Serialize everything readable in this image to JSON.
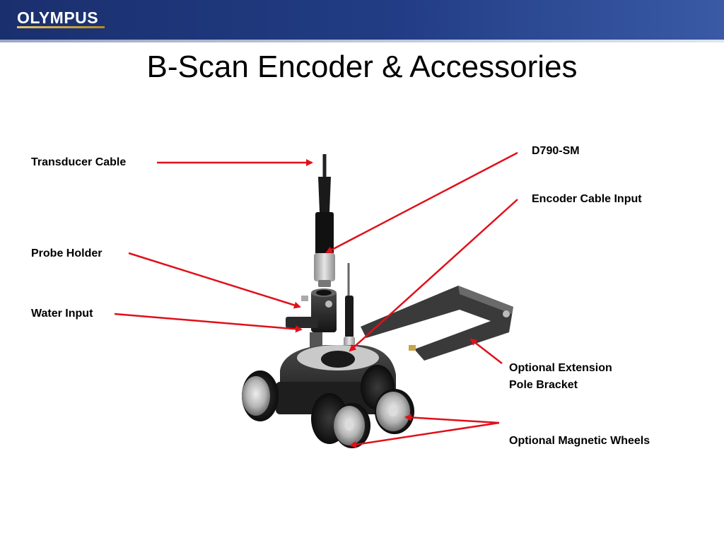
{
  "header": {
    "logo_text": "OLYMPUS",
    "brand_color": "#1e377a"
  },
  "slide": {
    "title": "B-Scan Encoder & Accessories"
  },
  "callouts": {
    "transducer_cable": "Transducer Cable",
    "probe_holder": "Probe Holder",
    "water_input": "Water Input",
    "d790": "D790-SM",
    "encoder_cable_input": "Encoder Cable Input",
    "extension_line1": "Optional Extension",
    "extension_line2": "Pole Bracket",
    "magnetic_wheels": "Optional Magnetic Wheels"
  },
  "arrow_color": "#e0101a"
}
